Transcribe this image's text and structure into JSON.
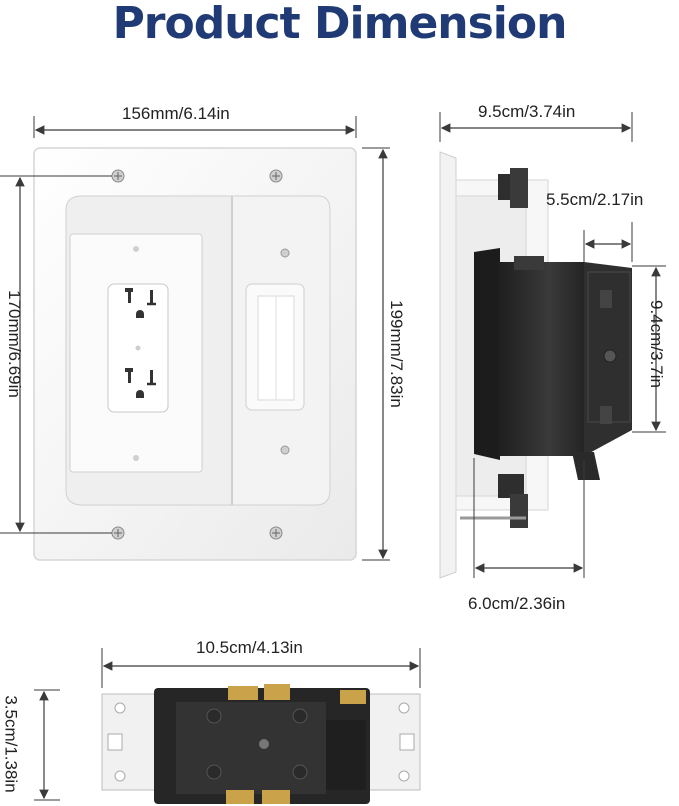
{
  "title": "Product Dimension",
  "colors": {
    "title": "#1f3a74",
    "dimension_line": "#3a3a3a",
    "plate": "#f6f6f6",
    "plate_edge": "#d4d4d4",
    "box_black": "#2a2a2a"
  },
  "front_view": {
    "width_label": "156mm/6.14in",
    "inner_height_label": "170mm/6.69in",
    "height_label": "199mm/7.83in"
  },
  "side_view": {
    "total_depth_label": "9.5cm/3.74in",
    "box_depth_label": "5.5cm/2.17in",
    "box_height_label": "9.4cm/3.7in",
    "flange_depth_label": "6.0cm/2.36in"
  },
  "outlet_view": {
    "width_label": "10.5cm/4.13in",
    "depth_label": "3.5cm/1.38in"
  }
}
